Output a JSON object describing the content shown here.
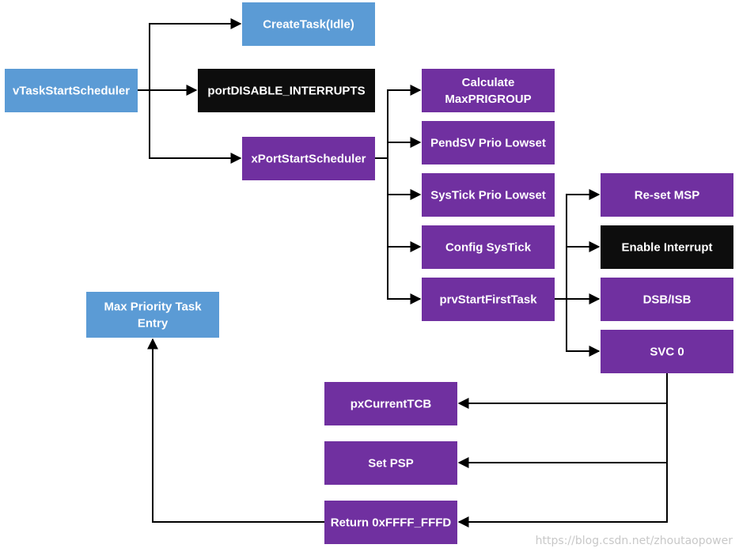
{
  "colors": {
    "blue": "#5b9bd5",
    "purple": "#7030a0",
    "black": "#0d0d0d",
    "line": "#000000",
    "text": "#ffffff"
  },
  "nodes": {
    "v_task_start_scheduler": {
      "lines": [
        "vTaskStartScheduler"
      ],
      "color": "blue"
    },
    "create_task_idle": {
      "lines": [
        "CreateTask(Idle)"
      ],
      "color": "blue"
    },
    "port_disable_interrupts": {
      "lines": [
        "portDISABLE_INTERRUPTS"
      ],
      "color": "black"
    },
    "x_port_start_scheduler": {
      "lines": [
        "xPortStartScheduler"
      ],
      "color": "purple"
    },
    "calculate_maxprigroup": {
      "lines": [
        "Calculate",
        "MaxPRIGROUP"
      ],
      "color": "purple"
    },
    "pendsv_prio_lowset": {
      "lines": [
        "PendSV Prio Lowset"
      ],
      "color": "purple"
    },
    "systick_prio_lowset": {
      "lines": [
        "SysTick Prio Lowset"
      ],
      "color": "purple"
    },
    "config_systick": {
      "lines": [
        "Config SysTick"
      ],
      "color": "purple"
    },
    "prv_start_first_task": {
      "lines": [
        "prvStartFirstTask"
      ],
      "color": "purple"
    },
    "reset_msp": {
      "lines": [
        "Re-set MSP"
      ],
      "color": "purple"
    },
    "enable_interrupt": {
      "lines": [
        "Enable Interrupt"
      ],
      "color": "black"
    },
    "dsb_isb": {
      "lines": [
        "DSB/ISB"
      ],
      "color": "purple"
    },
    "svc_0": {
      "lines": [
        "SVC 0"
      ],
      "color": "purple"
    },
    "px_current_tcb": {
      "lines": [
        "pxCurrentTCB"
      ],
      "color": "purple"
    },
    "set_psp": {
      "lines": [
        "Set PSP"
      ],
      "color": "purple"
    },
    "return_exc": {
      "lines": [
        "Return 0xFFFF_FFFD"
      ],
      "color": "purple"
    },
    "max_priority_task_entry": {
      "lines": [
        "Max Priority Task",
        "Entry"
      ],
      "color": "blue"
    }
  },
  "edges": [
    {
      "from": "v_task_start_scheduler",
      "to": "create_task_idle"
    },
    {
      "from": "v_task_start_scheduler",
      "to": "port_disable_interrupts"
    },
    {
      "from": "v_task_start_scheduler",
      "to": "x_port_start_scheduler"
    },
    {
      "from": "x_port_start_scheduler",
      "to": "calculate_maxprigroup"
    },
    {
      "from": "x_port_start_scheduler",
      "to": "pendsv_prio_lowset"
    },
    {
      "from": "x_port_start_scheduler",
      "to": "systick_prio_lowset"
    },
    {
      "from": "x_port_start_scheduler",
      "to": "config_systick"
    },
    {
      "from": "x_port_start_scheduler",
      "to": "prv_start_first_task"
    },
    {
      "from": "prv_start_first_task",
      "to": "reset_msp"
    },
    {
      "from": "prv_start_first_task",
      "to": "enable_interrupt"
    },
    {
      "from": "prv_start_first_task",
      "to": "dsb_isb"
    },
    {
      "from": "prv_start_first_task",
      "to": "svc_0"
    },
    {
      "from": "svc_0",
      "to": "px_current_tcb"
    },
    {
      "from": "svc_0",
      "to": "set_psp"
    },
    {
      "from": "svc_0",
      "to": "return_exc"
    },
    {
      "from": "return_exc",
      "to": "max_priority_task_entry"
    }
  ],
  "watermark": "https://blog.csdn.net/zhoutaopower"
}
